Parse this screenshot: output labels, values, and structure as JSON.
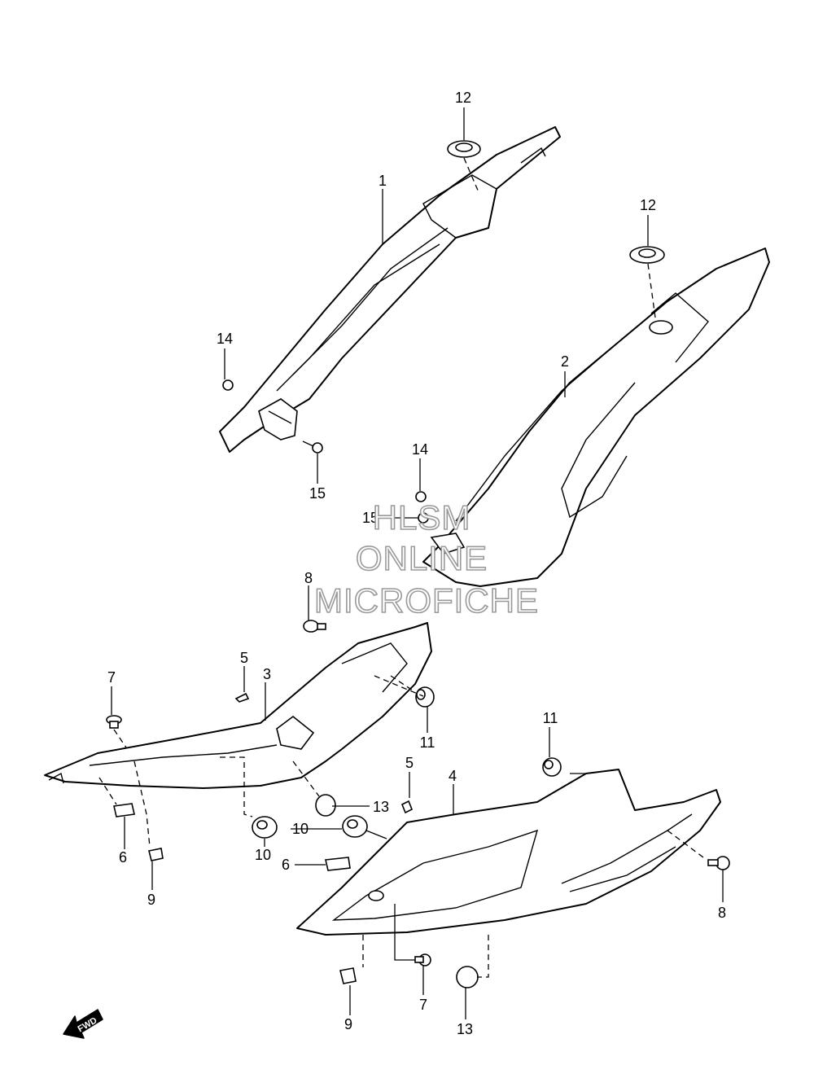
{
  "callouts": {
    "c12a": "12",
    "c1": "1",
    "c14a": "14",
    "c15a": "15",
    "c12b": "12",
    "c2": "2",
    "c14b": "14",
    "c15b": "15",
    "c8a": "8",
    "c5a": "5",
    "c3": "3",
    "c7a": "7",
    "c11a": "11",
    "c13a": "13",
    "c10a": "10",
    "c6a": "6",
    "c9a": "9",
    "c11b": "11",
    "c5b": "5",
    "c4": "4",
    "c10b": "10",
    "c6b": "6",
    "c8b": "8",
    "c7b": "7",
    "c9b": "9",
    "c13b": "13"
  },
  "watermark": {
    "line1": "HLSM",
    "line2": "ONLINE",
    "line3": "MICROFICHE"
  },
  "fwd_label": "FWD",
  "colors": {
    "line": "#000000",
    "background": "#ffffff",
    "watermark_outline": "#9a9a9a"
  }
}
